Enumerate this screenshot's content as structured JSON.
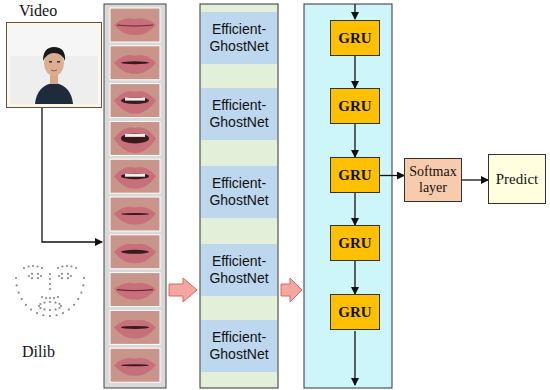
{
  "diagram": {
    "nodes": [
      {
        "text": [
          "Video"
        ]
      },
      {
        "text": [
          "Efficient- GhostNet"
        ]
      },
      {
        "text": [
          "Efficient- GhostNet"
        ]
      },
      {
        "text": [
          "Efficient- GhostNet"
        ]
      },
      {
        "text": [
          "Efficient- GhostNet"
        ]
      },
      {
        "text": [
          "Efficient- GhostNet"
        ]
      },
      {
        "text": [
          "GRU"
        ]
      },
      {
        "text": [
          "GRU"
        ]
      },
      {
        "text": [
          "GRU"
        ]
      },
      {
        "text": [
          "GRU"
        ]
      },
      {
        "text": [
          "GRU"
        ]
      },
      {
        "text": [
          "Softmax layer"
        ]
      },
      {
        "text": [
          "Predict"
        ]
      }
    ],
    "edges": [
      {
        "from": 6,
        "to": 7,
        "arrow": "to"
      },
      {
        "from": 7,
        "to": 8,
        "arrow": "to"
      },
      {
        "from": 8,
        "to": 9,
        "arrow": "to"
      },
      {
        "from": 9,
        "to": 10,
        "arrow": "to"
      },
      {
        "from": 8,
        "to": 11,
        "arrow": "to"
      },
      {
        "from": 11,
        "to": 12,
        "arrow": "to"
      }
    ],
    "labels": [
      "Dilib"
    ]
  }
}
